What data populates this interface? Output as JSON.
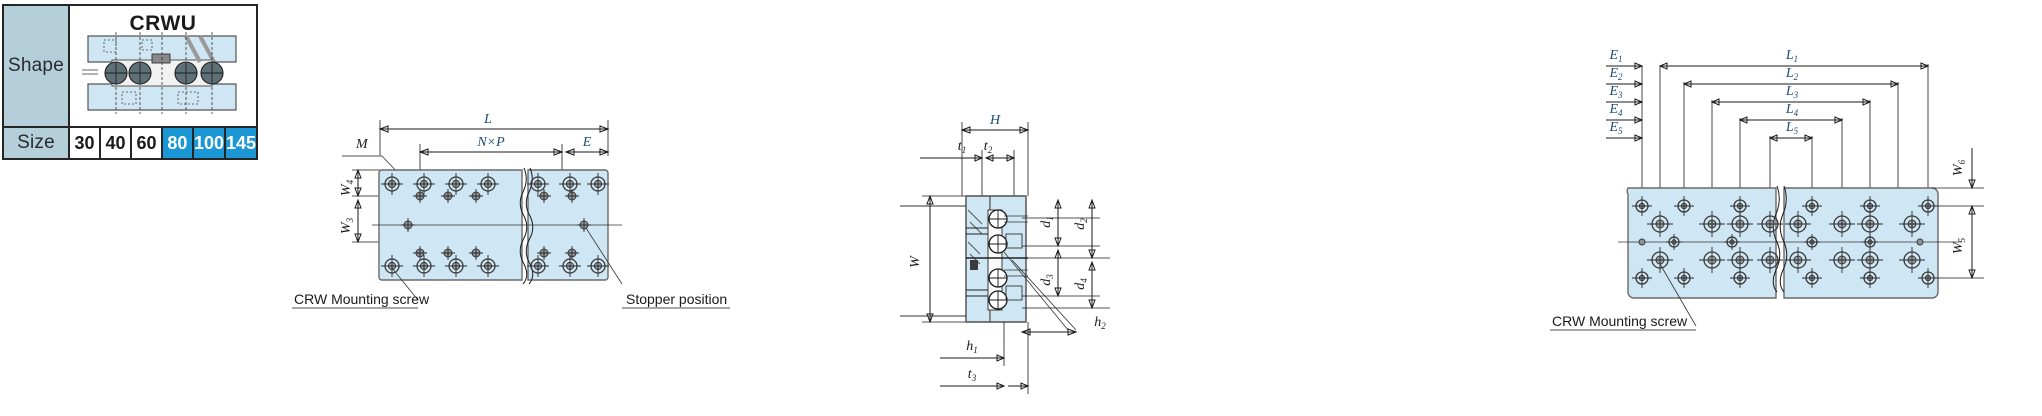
{
  "spec_table": {
    "shape_label": "Shape",
    "size_label": "Size",
    "model_title": "CRWU",
    "sizes": [
      {
        "value": "30",
        "highlighted": false
      },
      {
        "value": "40",
        "highlighted": false
      },
      {
        "value": "60",
        "highlighted": false
      },
      {
        "value": "80",
        "highlighted": true
      },
      {
        "value": "100",
        "highlighted": true
      },
      {
        "value": "145",
        "highlighted": true
      }
    ],
    "highlight_color": "#1a97d4",
    "header_bg_color": "#b4cfda"
  },
  "drawings": {
    "plan_view": {
      "name": "CRWU top plan view",
      "dimensions": {
        "overall_length": "L",
        "pitch_span": "N×P",
        "end_margin": "E",
        "screw_note": "M",
        "width_upper": "W",
        "width_upper_sub": "4",
        "width_lower": "W",
        "width_lower_sub": "3"
      },
      "callouts": {
        "mounting_screw": "CRW Mounting screw",
        "stopper": "Stopper position"
      }
    },
    "section_view": {
      "name": "CRWU cross-section view",
      "dimensions": {
        "height": "H",
        "width": "W",
        "t1": "t",
        "t1_sub": "1",
        "t2": "t",
        "t2_sub": "2",
        "t3": "t",
        "t3_sub": "3",
        "d1": "d",
        "d1_sub": "1",
        "d2": "d",
        "d2_sub": "2",
        "d3": "d",
        "d3_sub": "3",
        "d4": "d",
        "d4_sub": "4",
        "h1": "h",
        "h1_sub": "1",
        "h2": "h",
        "h2_sub": "2"
      }
    },
    "detail_view": {
      "name": "CRWU hole pattern detail view",
      "e_dims": [
        {
          "label": "E",
          "sub": "1"
        },
        {
          "label": "E",
          "sub": "2"
        },
        {
          "label": "E",
          "sub": "3"
        },
        {
          "label": "E",
          "sub": "4"
        },
        {
          "label": "E",
          "sub": "5"
        }
      ],
      "l_dims": [
        {
          "label": "L",
          "sub": "1"
        },
        {
          "label": "L",
          "sub": "2"
        },
        {
          "label": "L",
          "sub": "3"
        },
        {
          "label": "L",
          "sub": "4"
        },
        {
          "label": "L",
          "sub": "5"
        }
      ],
      "w_dims": [
        {
          "label": "W",
          "sub": "6"
        },
        {
          "label": "W",
          "sub": "5"
        }
      ],
      "callouts": {
        "mounting_screw": "CRW Mounting screw"
      }
    }
  },
  "colors": {
    "body_blue": "#cfe6f4",
    "accent_blue": "#1a97d4",
    "header_blue": "#b4cfda",
    "line": "#1a1a1a"
  }
}
